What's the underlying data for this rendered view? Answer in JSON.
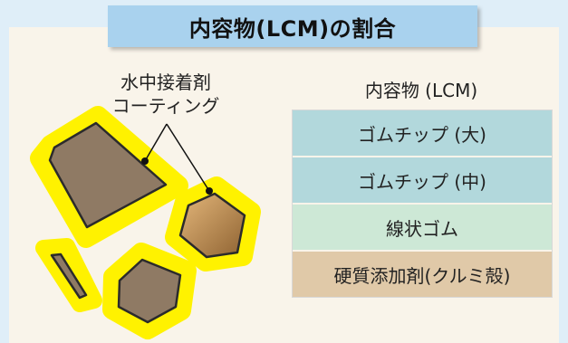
{
  "title": "内容物(LCM)の割合",
  "callout_label": [
    "水中接着剤",
    "コーティング"
  ],
  "lcm_header": "内容物 (LCM)",
  "rows": [
    {
      "label": "ゴムチップ (大)",
      "color": "#b2d8dc"
    },
    {
      "label": "ゴムチップ (中)",
      "color": "#b2d8dc"
    },
    {
      "label": "線状ゴム",
      "color": "#cde8d6"
    },
    {
      "label": "硬質添加剤(クルミ殻)",
      "color": "#e0c9a8"
    }
  ],
  "colors": {
    "coating": "#fff200",
    "particle": "#8f7a64",
    "walnut_light": "#d9aa6f",
    "walnut_dark": "#9a6e3c"
  }
}
